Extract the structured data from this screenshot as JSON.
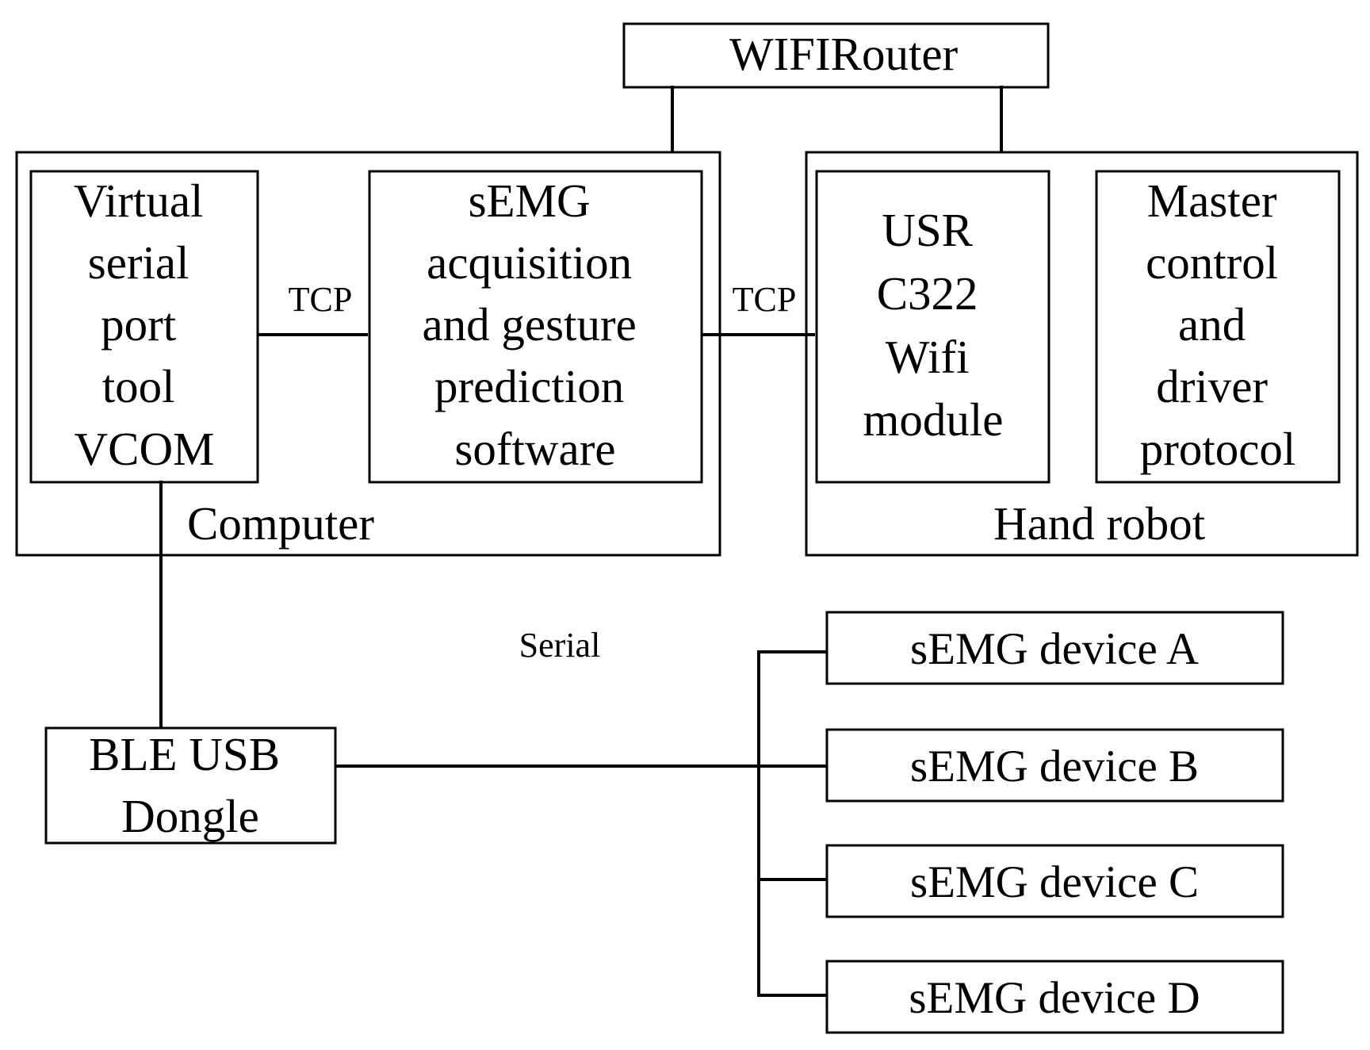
{
  "groups": {
    "computer": {
      "label": "Computer"
    },
    "hand_robot": {
      "label": "Hand robot"
    }
  },
  "nodes": {
    "wifi_router": {
      "lines": [
        "WIFIRouter"
      ]
    },
    "vcom": {
      "lines": [
        "Virtual",
        "serial",
        "port",
        "tool",
        "VCOM"
      ]
    },
    "semg_software": {
      "lines": [
        "sEMG",
        "acquisition",
        "and gesture",
        "prediction",
        "software"
      ]
    },
    "wifi_module": {
      "lines": [
        "USR",
        "C322",
        "Wifi",
        "module"
      ]
    },
    "master_control": {
      "lines": [
        "Master",
        "control",
        "and",
        "driver",
        "protocol"
      ]
    },
    "ble_dongle": {
      "lines": [
        "BLE USB",
        "Dongle"
      ]
    },
    "device_a": {
      "lines": [
        "sEMG device A"
      ]
    },
    "device_b": {
      "lines": [
        "sEMG device B"
      ]
    },
    "device_c": {
      "lines": [
        "sEMG device C"
      ]
    },
    "device_d": {
      "lines": [
        "sEMG device D"
      ]
    }
  },
  "edges": [
    {
      "from": "computer",
      "to": "wifi_router",
      "label": ""
    },
    {
      "from": "hand_robot",
      "to": "wifi_router",
      "label": ""
    },
    {
      "from": "vcom",
      "to": "semg_software",
      "label": "TCP"
    },
    {
      "from": "semg_software",
      "to": "wifi_module",
      "label": "TCP"
    },
    {
      "from": "vcom",
      "to": "ble_dongle",
      "label": ""
    },
    {
      "from": "ble_dongle",
      "to": "device_a",
      "label": ""
    },
    {
      "from": "ble_dongle",
      "to": "device_b",
      "label": ""
    },
    {
      "from": "ble_dongle",
      "to": "device_c",
      "label": ""
    },
    {
      "from": "ble_dongle",
      "to": "device_d",
      "label": ""
    }
  ],
  "free_labels": {
    "serial": "Serial"
  }
}
